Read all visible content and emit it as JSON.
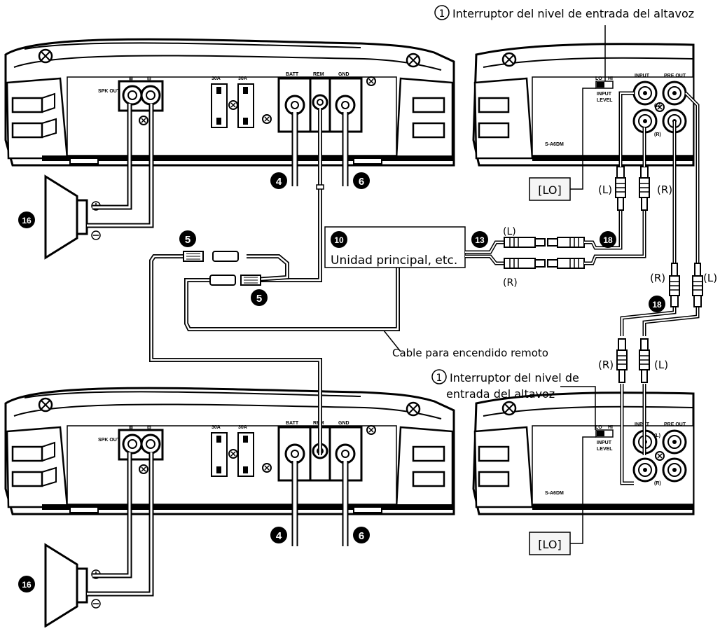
{
  "labels": {
    "speaker_input_level_switch_top": "Interruptor del nivel de entrada del altavoz",
    "speaker_input_level_switch_bottom_line1": "Interruptor del nivel de",
    "speaker_input_level_switch_bottom_line2": "entrada del altavoz",
    "circle_marker": "1",
    "head_unit": "Unidad principal, etc.",
    "remote_cable": "Cable para encendido remoto",
    "lo_setting": "[LO]",
    "left": "(L)",
    "right": "(R)",
    "plus": "+",
    "minus": "−"
  },
  "amp_panel": {
    "spk_out": "SPK OUT",
    "plus_terminal": "⊞",
    "minus_terminal": "⊟",
    "fuse_1": "30A",
    "fuse_2": "30A",
    "batt": "BATT",
    "rem": "REM",
    "gnd": "GND"
  },
  "side_panel": {
    "lo": "LO",
    "hi": "HI",
    "input": "INPUT",
    "level": "LEVEL",
    "input_jack": "INPUT",
    "pre_out": "PRE OUT",
    "jack_l": "(L)",
    "jack_r": "(R)",
    "model": "S-A6DM"
  },
  "badges": {
    "batt_wire": "4",
    "gnd_wire": "6",
    "fuse_holder": "5",
    "head_unit": "10",
    "rca_cable_head": "13",
    "rca_extension": "18",
    "speaker": "16"
  },
  "colors": {
    "line": "#000000",
    "background": "#ffffff",
    "badge": "#000000"
  }
}
